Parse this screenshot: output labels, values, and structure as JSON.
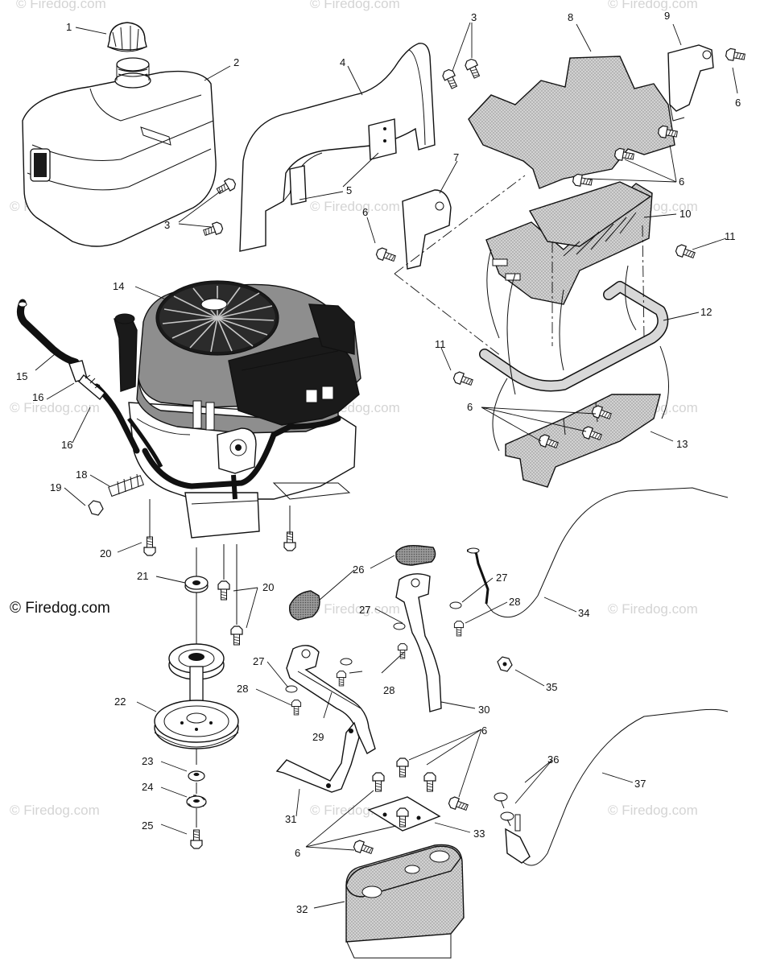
{
  "diagram": {
    "colors": {
      "line": "#111111",
      "watermark": "#d4d4d4",
      "stipple": "#bdbdbd",
      "engine_shroud": "#8e8e8e",
      "dark_part": "#1a1a1a",
      "background": "#ffffff"
    },
    "credit": "© Firedog.com",
    "watermarks": [
      "© Firedog.com",
      "© Firedog.com",
      "© Firedog.com",
      "© Firedog.com",
      "© Firedog.com",
      "© Firedog.com",
      "© Firedog.com",
      "© Firedog.com",
      "© Firedog.com",
      "© Firedog.com",
      "© Firedog.com",
      "© Firedog.com",
      "© Firedog.com",
      "© Firedog.com"
    ],
    "callouts": [
      "1",
      "2",
      "3",
      "3",
      "4",
      "5",
      "6",
      "7",
      "8",
      "9",
      "6",
      "6",
      "10",
      "11",
      "3",
      "14",
      "12",
      "11",
      "15",
      "16",
      "16",
      "6",
      "13",
      "18",
      "19",
      "20",
      "21",
      "20",
      "26",
      "27",
      "27",
      "28",
      "34",
      "27",
      "28",
      "28",
      "35",
      "22",
      "29",
      "30",
      "6",
      "23",
      "36",
      "24",
      "37",
      "31",
      "25",
      "33",
      "6",
      "32"
    ],
    "part_icons": [
      "fuel-cap-icon",
      "fuel-tank-icon",
      "screw-icon",
      "engine-shroud-icon",
      "mounting-bracket-icon",
      "heat-shield-icon",
      "muffler-guard-icon",
      "engine-icon",
      "fuel-line-icon",
      "fuel-filter-icon",
      "bolt-icon",
      "pulley-icon",
      "exhaust-pipe-icon",
      "gasket-icon",
      "throttle-cable-icon",
      "choke-cable-icon",
      "muffler-icon",
      "nut-icon",
      "washer-icon",
      "spacer-icon",
      "grab-handle-icon"
    ]
  }
}
